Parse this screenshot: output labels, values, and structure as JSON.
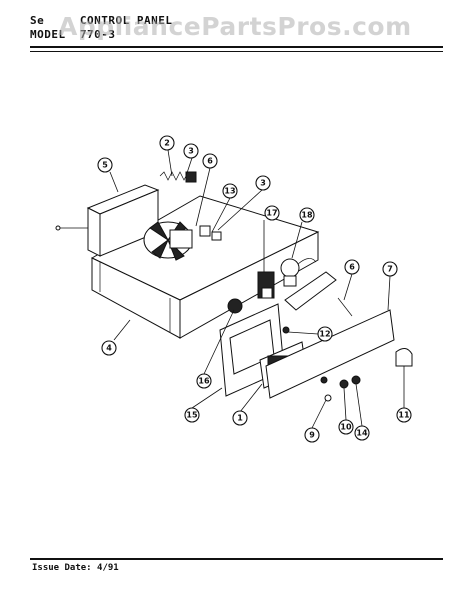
{
  "header": {
    "section_line": "Se",
    "section_tail": "CONTROL PANEL",
    "model_line": "MODEL",
    "model_tail": "770-3"
  },
  "watermark": "AppliancePartsPros.com",
  "footer": {
    "issue_date": "Issue Date: 4/91"
  },
  "callouts": [
    {
      "id": "c1",
      "label": "1"
    },
    {
      "id": "c2",
      "label": "2"
    },
    {
      "id": "c3a",
      "label": "3"
    },
    {
      "id": "c3b",
      "label": "3"
    },
    {
      "id": "c4",
      "label": "4"
    },
    {
      "id": "c5",
      "label": "5"
    },
    {
      "id": "c6a",
      "label": "6"
    },
    {
      "id": "c6b",
      "label": "6"
    },
    {
      "id": "c7",
      "label": "7"
    },
    {
      "id": "c9",
      "label": "9"
    },
    {
      "id": "c10",
      "label": "10"
    },
    {
      "id": "c11",
      "label": "11"
    },
    {
      "id": "c12",
      "label": "12"
    },
    {
      "id": "c13",
      "label": "13"
    },
    {
      "id": "c14",
      "label": "14"
    },
    {
      "id": "c15",
      "label": "15"
    },
    {
      "id": "c16",
      "label": "16"
    },
    {
      "id": "c17",
      "label": "17"
    },
    {
      "id": "c18",
      "label": "18"
    }
  ]
}
